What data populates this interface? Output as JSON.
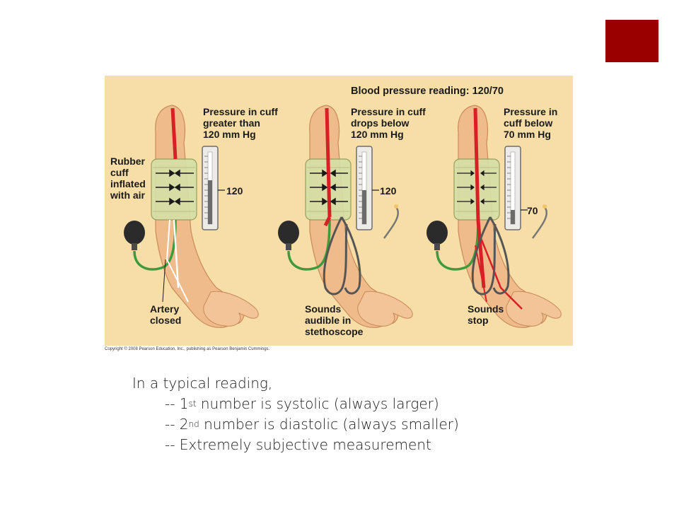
{
  "figure": {
    "title": "Blood pressure reading: 120/70",
    "panels": [
      {
        "caption": "Pressure in cuff\ngreater than\n120 mm Hg",
        "gauge_value": "120",
        "bottom_label": "Artery\nclosed"
      },
      {
        "caption": "Pressure in cuff\ndrops below\n120 mm Hg",
        "gauge_value": "120",
        "bottom_label": "Sounds\naudible in\nstethoscope"
      },
      {
        "caption": "Pressure in\ncuff below\n70 mm Hg",
        "gauge_value": "70",
        "bottom_label": "Sounds\nstop"
      }
    ],
    "cuff_label": "Rubber\ncuff\ninflated\nwith air",
    "copyright": "Copyright © 2008 Pearson Education, Inc., publishing as Pearson Benjamin Cummings."
  },
  "notes": {
    "intro": "In a typical reading,",
    "line1": {
      "dash": "-- ",
      "num": "1",
      "sup": "st",
      "text": " number is systolic (always larger)"
    },
    "line2": {
      "dash": "-- ",
      "num": "2",
      "sup": "nd",
      "text": " number is diastolic (always smaller)"
    },
    "line3": "-- Extremely subjective measurement"
  },
  "colors": {
    "accent": "#9b0000",
    "figure_bg": "#f7dea6",
    "cuff": "#d5dfa7",
    "artery": "#d81f26",
    "skin": "#f0bb8a",
    "tube": "#3f9a3a"
  }
}
